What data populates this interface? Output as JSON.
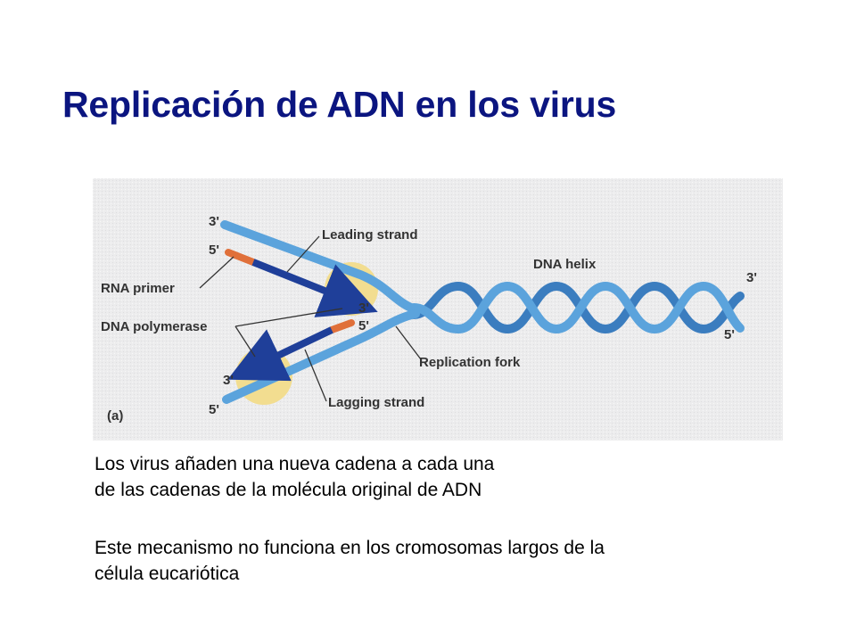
{
  "slide": {
    "title": "Replicación de ADN en los virus",
    "paragraph1": [
      "Los virus añaden una nueva cadena a cada una",
      "de las cadenas de la molécula original de ADN"
    ],
    "paragraph2": [
      "Este mecanismo no funciona en los cromosomas largos de la",
      "célula eucariótica"
    ]
  },
  "diagram": {
    "labels": {
      "leading_strand": "Leading strand",
      "dna_helix": "DNA helix",
      "rna_primer": "RNA primer",
      "dna_polymerase": "DNA polymerase",
      "replication_fork": "Replication fork",
      "lagging_strand": "Lagging strand",
      "panel": "(a)"
    },
    "ends": {
      "top_left_3": "3'",
      "top_left_5": "5'",
      "center_3": "3'",
      "center_5": "5'",
      "bottom_left_3": "3'",
      "bottom_left_5": "5'",
      "right_3": "3'",
      "right_5": "5'"
    },
    "colors": {
      "strand": "#5ba3dc",
      "strand_dark": "#3b7dbf",
      "new_strand": "#1f3f99",
      "primer": "#e0703a",
      "polymerase": "#f2dd90",
      "panel_bg": "#ececed"
    }
  }
}
